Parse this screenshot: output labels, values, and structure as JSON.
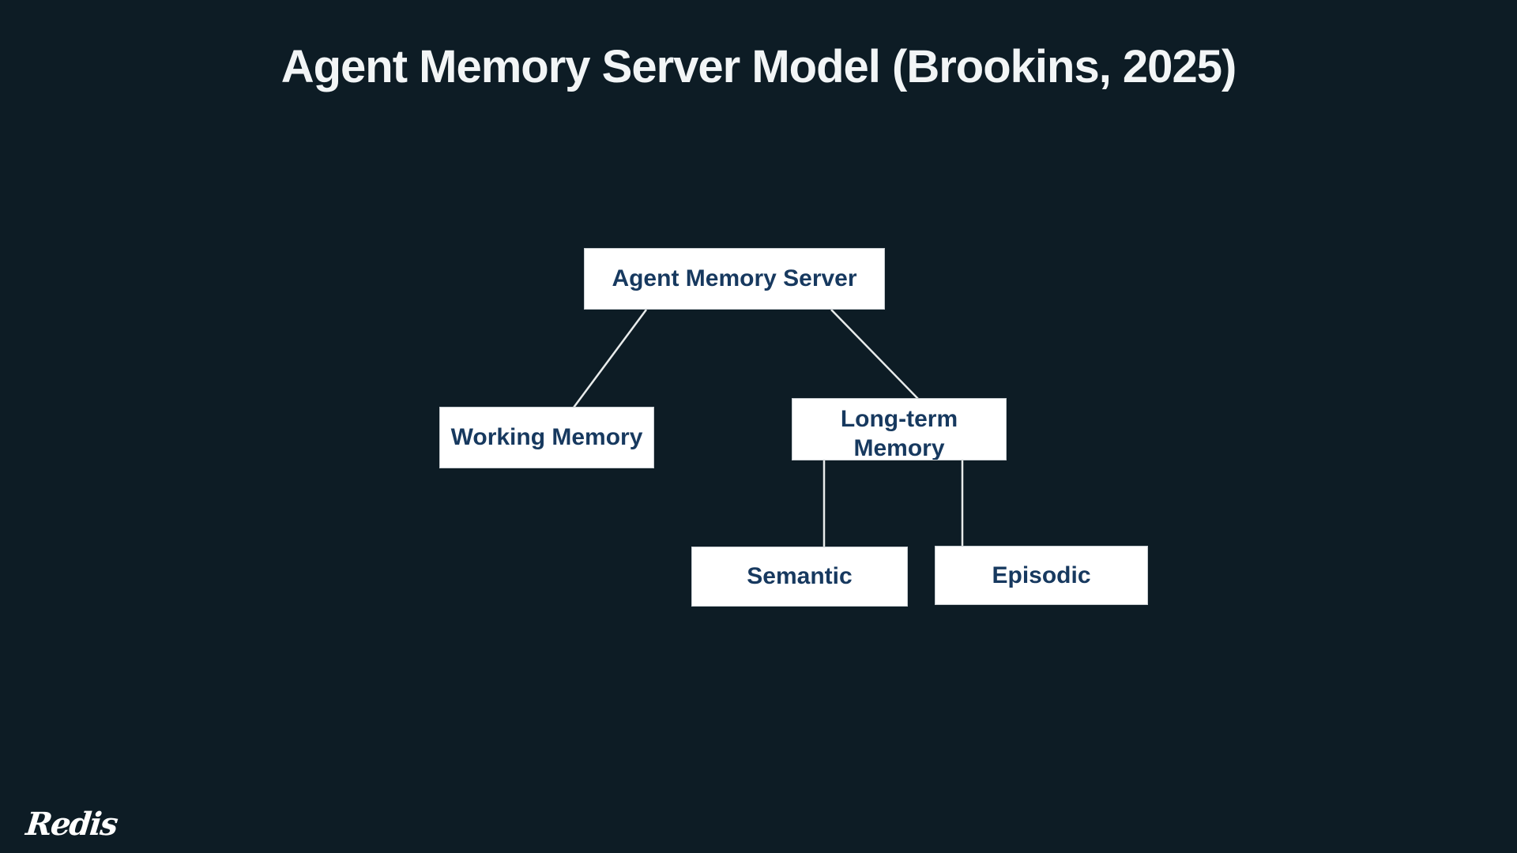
{
  "title": "Agent Memory Server Model (Brookins, 2025)",
  "logo": {
    "text": "Redis"
  },
  "colors": {
    "background": "#0d1c25",
    "node_fill": "#ffffff",
    "node_text": "#17395f",
    "node_border": "#c8ced2",
    "connector": "#e8ebeb",
    "title_text": "#f2f5f6"
  },
  "diagram": {
    "type": "tree",
    "nodes": [
      {
        "id": "agent-memory-server",
        "label": "Agent Memory Server"
      },
      {
        "id": "working-memory",
        "label": "Working Memory"
      },
      {
        "id": "long-term-memory",
        "label": "Long-term Memory",
        "label_lines": [
          "Long-term",
          "Memory"
        ]
      },
      {
        "id": "semantic",
        "label": "Semantic"
      },
      {
        "id": "episodic",
        "label": "Episodic"
      }
    ],
    "edges": [
      {
        "from": "agent-memory-server",
        "to": "working-memory"
      },
      {
        "from": "agent-memory-server",
        "to": "long-term-memory"
      },
      {
        "from": "long-term-memory",
        "to": "semantic"
      },
      {
        "from": "long-term-memory",
        "to": "episodic"
      }
    ]
  }
}
